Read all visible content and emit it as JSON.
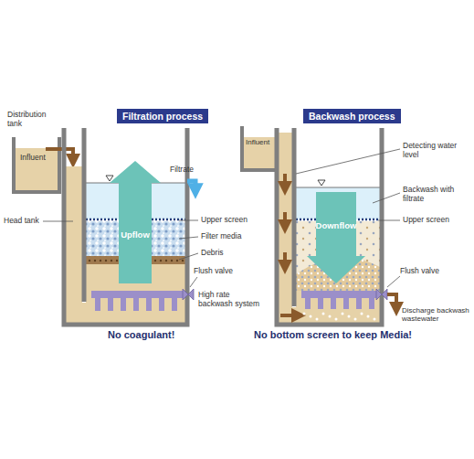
{
  "diagram": {
    "nodes": [
      {
        "text": [
          "Filtration process"
        ]
      },
      {
        "text": [
          "Upflow"
        ]
      },
      {
        "text": [
          "Backwash process"
        ]
      },
      {
        "text": [
          "Downflow"
        ]
      }
    ],
    "labels": [
      "Distribution tank",
      "Influent",
      "Head tank",
      "Filtrate",
      "Upper screen",
      "Filter media",
      "Debris",
      "Flush valve",
      "High rate backwash system",
      "No coagulant!",
      "Influent",
      "Detecting water level",
      "Backwash with filtrate",
      "Upper screen",
      "Flush valve",
      "Discharge backwash wastewater",
      "No bottom screen to keep Media!"
    ]
  }
}
